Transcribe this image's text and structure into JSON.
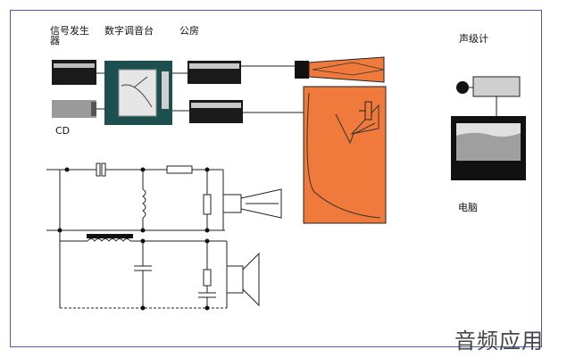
{
  "labels": {
    "signal_generator": "信号发生器",
    "digital_console": "数字调音台",
    "power_amp": "公房",
    "cd": "CD",
    "sound_level_meter": "声级计",
    "computer": "电脑"
  },
  "watermark": "音频应用",
  "colors": {
    "frame": "#4a5fa8",
    "device_dark": "#1a1a1a",
    "device_gray": "#9a9a9a",
    "console_teal": "#1e4f4f",
    "speaker_orange": "#f07a3c",
    "screen_light": "#d0d0d0",
    "wire": "#222222"
  }
}
